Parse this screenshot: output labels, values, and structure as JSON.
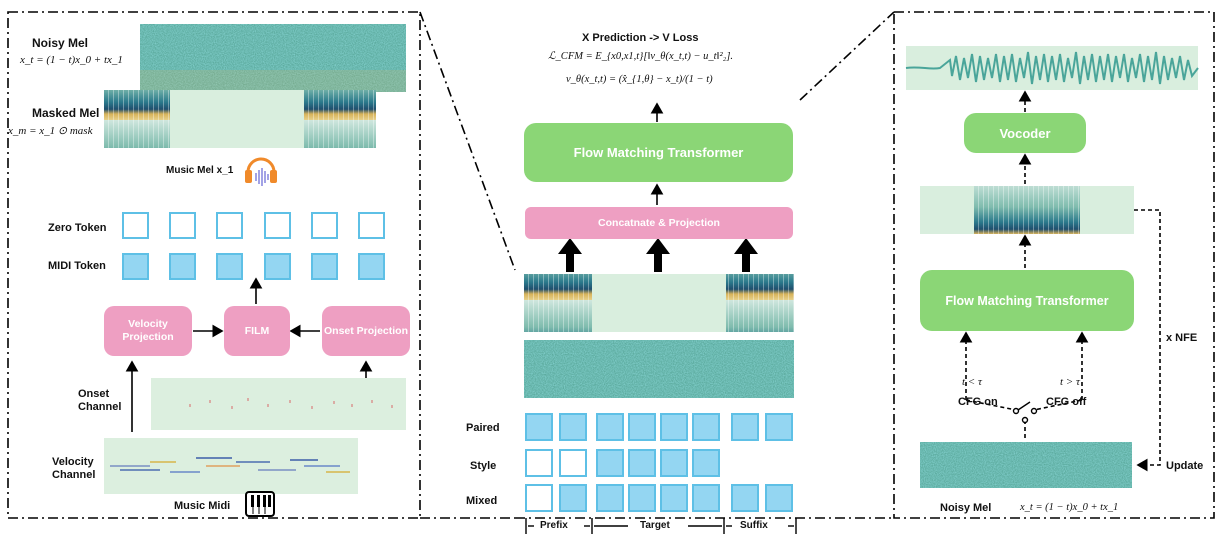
{
  "left_panel": {
    "noisy_mel_label": "Noisy Mel",
    "noisy_mel_eq": "x_t = (1 − t)x_0 + tx_1",
    "masked_mel_label": "Masked Mel",
    "masked_mel_eq": "x_m = x_1 ⊙ mask",
    "music_mel_label": "Music Mel x_1",
    "zero_token_label": "Zero Token",
    "midi_token_label": "MIDI Token",
    "velocity_projection": "Velocity Projection",
    "film": "FILM",
    "onset_projection": "Onset Projection",
    "onset_channel_label": "Onset Channel",
    "velocity_channel_label": "Velocity Channel",
    "music_midi_label": "Music Midi",
    "icons": [
      "headphones-icon",
      "piano-keyboard-icon"
    ]
  },
  "middle_panel": {
    "title": "X Prediction -> V Loss",
    "loss_eq": "ℒ_CFM = E_{x0,x1,t}[‖v_θ(x_t,t) − u_t‖²₂].",
    "v_eq": "v_θ(x_t,t) = (x̂_{1,θ} − x_t)/(1 − t)",
    "flow_matching_transformer": "Flow Matching Transformer",
    "concat_projection": "Concatnate & Projection",
    "row_labels": [
      "Paired",
      "Style",
      "Mixed"
    ],
    "segment_labels": [
      "Prefix",
      "Target",
      "Suffix"
    ]
  },
  "right_panel": {
    "vocoder": "Vocoder",
    "flow_matching_transformer": "Flow Matching Transformer",
    "t_less_tau": "t < τ",
    "t_greater_tau": "t > τ",
    "cfg_on": "CFG on",
    "cfg_off": "CFG off",
    "x_nfe": "x NFE",
    "update": "Update",
    "noisy_mel_label": "Noisy Mel",
    "noisy_mel_eq": "x_t = (1 − t)x_0 + tx_1"
  },
  "colors": {
    "pink": "#ee9fc2",
    "green": "#8bd676",
    "token_border": "#5ec0e6",
    "token_fill": "#94d6f2",
    "mel_bg": "#d9eede",
    "noise": "#4aa59a"
  }
}
